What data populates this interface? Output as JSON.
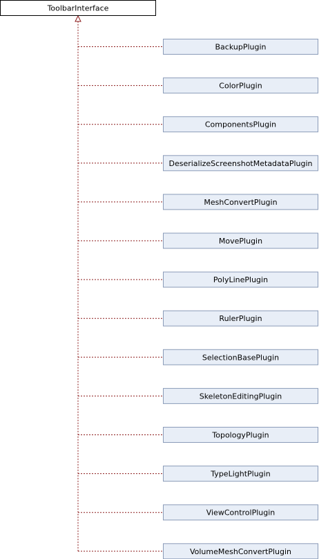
{
  "colors": {
    "base_fill": "#ffffff",
    "base_stroke": "#000000",
    "child_fill": "#e8eef7",
    "child_stroke": "#8a9bb8",
    "edge": "#8b1a1a"
  },
  "base_class": {
    "label": "ToolbarInterface"
  },
  "derived_classes": [
    {
      "label": "BackupPlugin"
    },
    {
      "label": "ColorPlugin"
    },
    {
      "label": "ComponentsPlugin"
    },
    {
      "label": "DeserializeScreenshotMetadataPlugin"
    },
    {
      "label": "MeshConvertPlugin"
    },
    {
      "label": "MovePlugin"
    },
    {
      "label": "PolyLinePlugin"
    },
    {
      "label": "RulerPlugin"
    },
    {
      "label": "SelectionBasePlugin"
    },
    {
      "label": "SkeletonEditingPlugin"
    },
    {
      "label": "TopologyPlugin"
    },
    {
      "label": "TypeLightPlugin"
    },
    {
      "label": "ViewControlPlugin"
    },
    {
      "label": "VolumeMeshConvertPlugin"
    }
  ]
}
